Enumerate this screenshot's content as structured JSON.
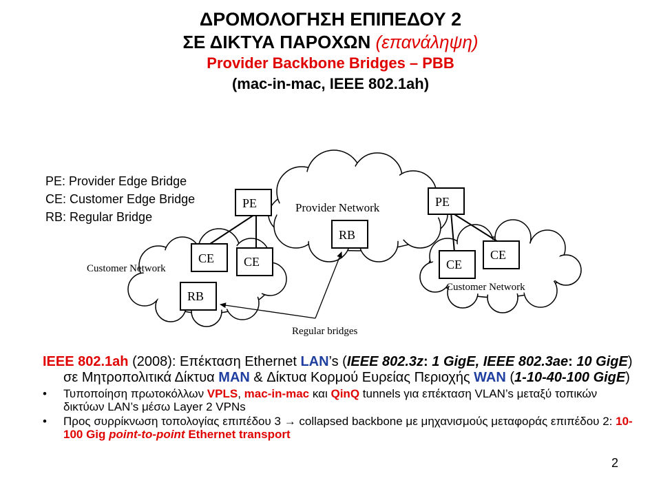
{
  "title": {
    "line1": "ΔΡΟΜΟΛΟΓΗΣΗ ΕΠΙΠΕΔΟΥ 2",
    "line2_main": "ΣΕ ΔΙΚΤΥΑ ΠΑΡΟΧΩΝ ",
    "line2_paren": "(επανάληψη)",
    "line3": "Provider Backbone Bridges – PBB",
    "line4": "(mac-in-mac, IEEE 802.1ah)"
  },
  "legend": [
    "PE: Provider Edge Bridge",
    "CE: Customer Edge Bridge",
    "RB: Regular Bridge"
  ],
  "diagram": {
    "provider_network": "Provider Network",
    "customer_network_left": "Customer Network",
    "customer_network_right": "Customer Network",
    "pe_left": "PE",
    "pe_right": "PE",
    "rb_center": "RB",
    "rb_left": "RB",
    "ce_left_1": "CE",
    "ce_left_2": "CE",
    "ce_right_1": "CE",
    "ce_right_2": "CE",
    "regular_bridges": "Regular bridges"
  },
  "paragraph": {
    "s1": "IEEE 802.1ah",
    "s2": " (2008): Επέκταση Ethernet  ",
    "s3": "LAN",
    "s4": "’s (",
    "s5": "IEEE 802.3z",
    "s6": ": ",
    "s7": "1 GigE, IEEE 802.3ae",
    "s8": ": ",
    "s9": "10 GigE",
    "s10": ") σε Μητροπολιτικά Δίκτυα ",
    "s11": "MAN",
    "s12": " & Δίκτυα Κορμού Ευρείας Περιοχής ",
    "s13": "WAN",
    "s14": " (",
    "s15": "1-10-40-100 GigE",
    "s16": ")"
  },
  "bullets": [
    {
      "b1": "Τυποποίηση πρωτοκόλλων ",
      "b2": "VPLS",
      "b3": ", ",
      "b4": "mac-in-mac",
      "b5": " και ",
      "b6": "QinQ",
      "b7": " tunnels για επέκταση VLAN’s μεταξύ τοπικών δικτύων LAN’s μέσω Layer 2 VPNs"
    },
    {
      "b1": "Προς συρρίκνωση τοπολογίας επιπέδου 3 → collapsed backbone με μηχανισμούς μεταφοράς επιπέδου 2: ",
      "b2": "10-100 Gig ",
      "b3": "point-to-point",
      "b4": " Ethernet transport"
    }
  ],
  "bullet_symbol": "•",
  "page_number": "2",
  "colors": {
    "accent_red": "#e00000",
    "accent_blue": "#1f3fa0"
  }
}
